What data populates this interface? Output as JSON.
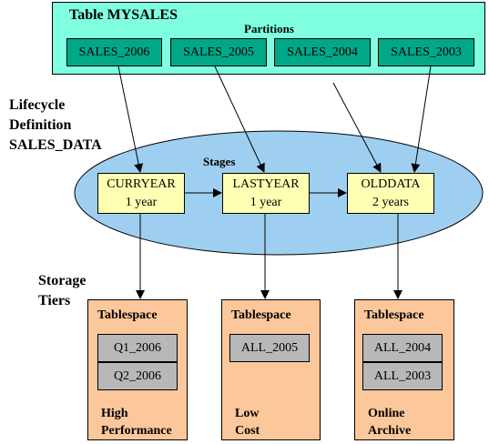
{
  "table": {
    "title": "Table MYSALES",
    "partitions_label": "Partitions",
    "partitions": [
      "SALES_2006",
      "SALES_2005",
      "SALES_2004",
      "SALES_2003"
    ]
  },
  "lifecycle": {
    "line1": "Lifecycle",
    "line2": "Definition",
    "line3": "SALES_DATA",
    "stages_label": "Stages",
    "stages": [
      {
        "name": "CURRYEAR",
        "duration": "1 year"
      },
      {
        "name": "LASTYEAR",
        "duration": "1 year"
      },
      {
        "name": "OLDDATA",
        "duration": "2 years"
      }
    ]
  },
  "storage": {
    "line1": "Storage",
    "line2": "Tiers",
    "tiers": [
      {
        "title": "Tablespace",
        "items": [
          "Q1_2006",
          "Q2_2006"
        ],
        "label1": "High",
        "label2": "Performance"
      },
      {
        "title": "Tablespace",
        "items": [
          "ALL_2005"
        ],
        "label1": "Low",
        "label2": "Cost"
      },
      {
        "title": "Tablespace",
        "items": [
          "ALL_2004",
          "ALL_2003"
        ],
        "label1": "Online",
        "label2": "Archive"
      }
    ]
  },
  "colors": {
    "table_fill": "#7fffe0",
    "partition_fill": "#00a888",
    "ellipse_fill": "#9fcff0",
    "stage_fill": "#ffffb3",
    "tier_fill": "#fcc79a",
    "tablespace_item_fill": "#b8b8b8"
  }
}
